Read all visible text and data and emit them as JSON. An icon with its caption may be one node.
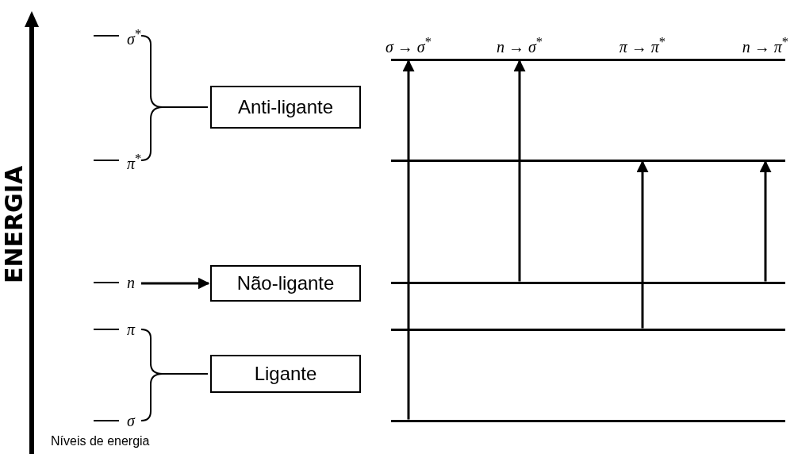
{
  "diagram": {
    "nodes": [
      {
        "text": [
          "Anti-ligante"
        ]
      },
      {
        "text": [
          "*n*"
        ]
      },
      {
        "text": [
          "Não-ligante"
        ]
      },
      {
        "text": [
          "Ligante"
        ]
      },
      {
        "text": [],
        "shape": "bar"
      },
      {
        "text": [],
        "shape": "bar"
      },
      {
        "text": [],
        "shape": "bar"
      },
      {
        "text": [],
        "shape": "bar"
      },
      {
        "text": [],
        "shape": "bar"
      }
    ],
    "edges": [
      {
        "from": 1,
        "to": 2,
        "arrow": "to"
      },
      {
        "from": 8,
        "to": 4,
        "arrow": "to"
      },
      {
        "from": 6,
        "to": 4,
        "arrow": "to"
      },
      {
        "from": 7,
        "to": 5,
        "arrow": "to"
      },
      {
        "from": 6,
        "to": 5,
        "arrow": "to"
      }
    ],
    "labels": [
      "*σ*$^{*}$",
      "*π*$^{*}$",
      "*π*",
      "*σ*",
      "ENERGIA",
      "*σ* → *σ*$^{*}$",
      "*n* → *σ*$^{*}$",
      "*π* → *π*$^{*}$",
      "*n* → *π*$^{*}$",
      "Níveis de energia"
    ]
  }
}
